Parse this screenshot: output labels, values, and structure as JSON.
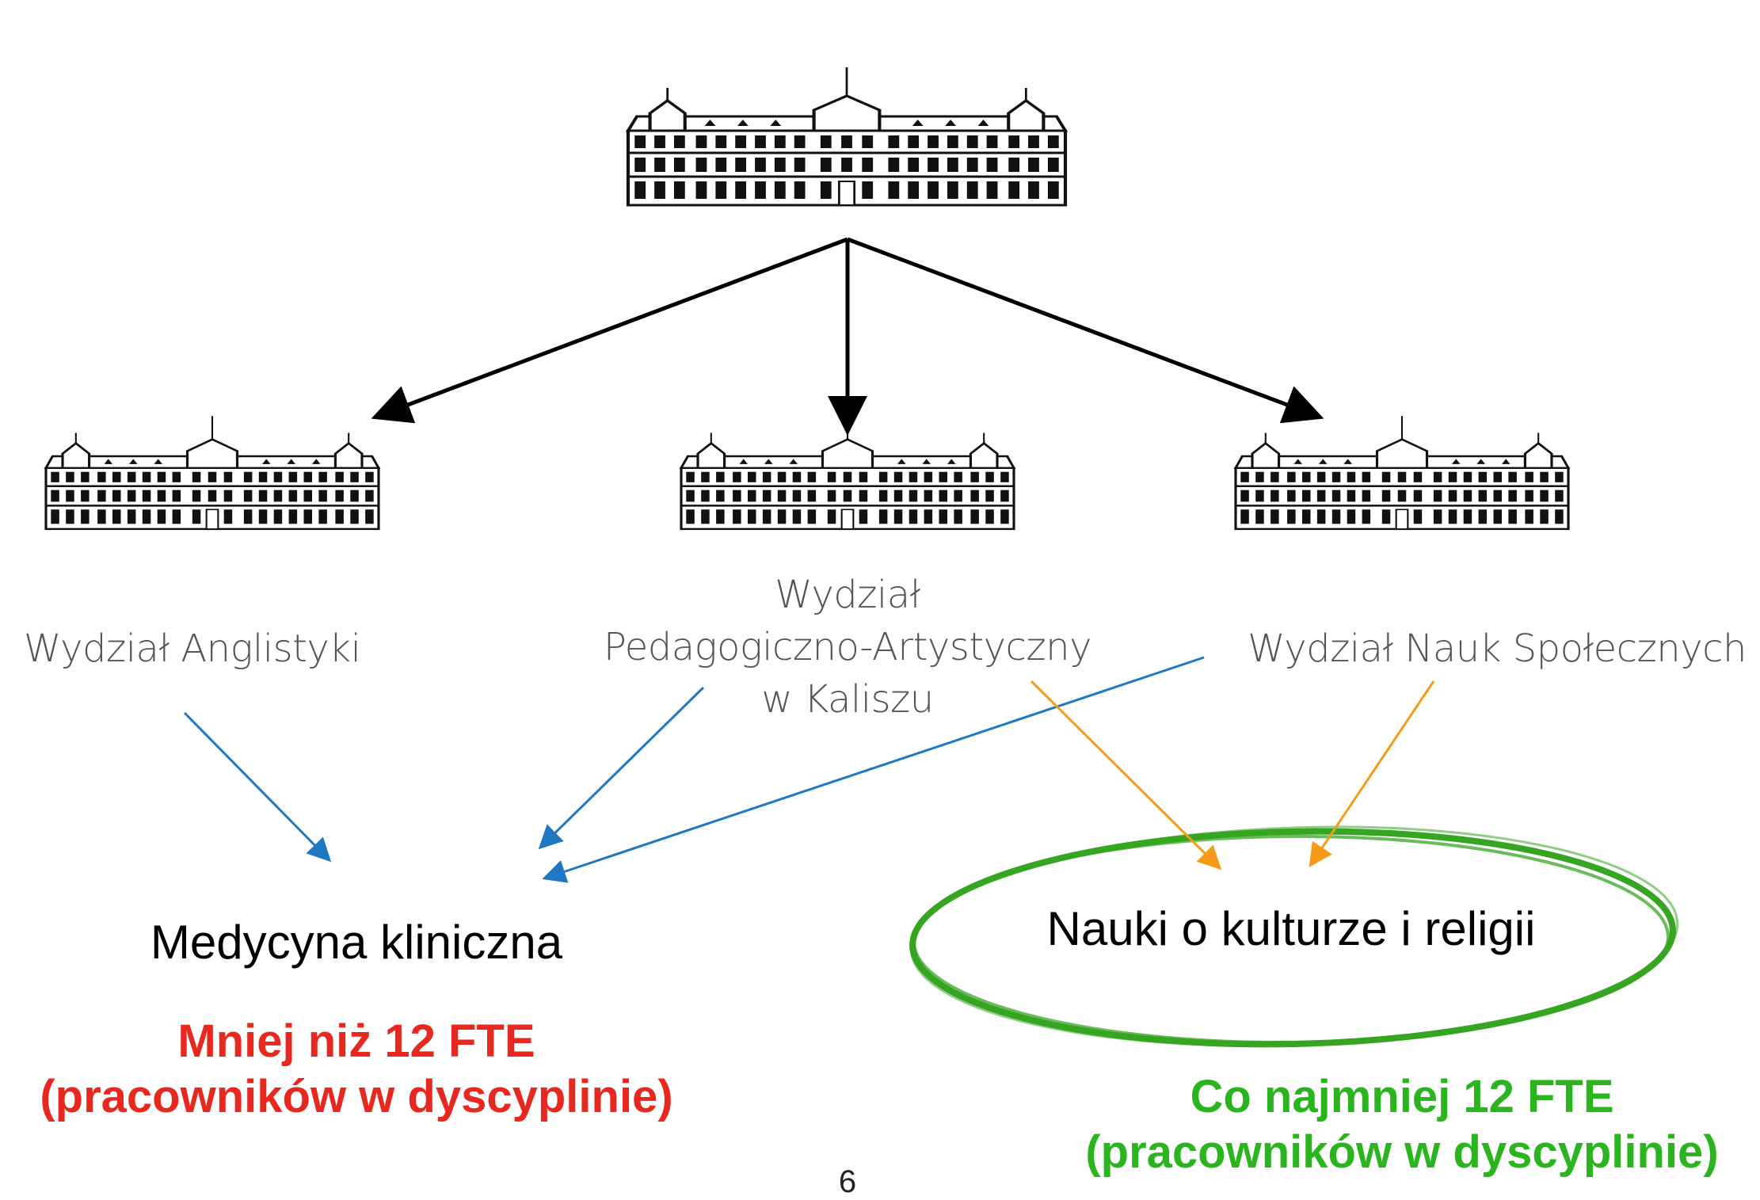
{
  "colors": {
    "hierarchy_arrow": "#000000",
    "blue_arrow": "#1f78c1",
    "orange_arrow": "#f59b1a",
    "below_threshold": "#e8271f",
    "above_threshold": "#2ab51f"
  },
  "icons": {
    "university": "university-building-icon",
    "faculty": "faculty-building-icon"
  },
  "faculties": [
    {
      "label": "Wydział Anglistyki"
    },
    {
      "label_lines": [
        "Wydział",
        "Pedagogiczno-Artystyczny",
        "w Kaliszu"
      ]
    },
    {
      "label": "Wydział Nauk Społecznych"
    }
  ],
  "disciplines": [
    {
      "name": "Medycyna kliniczna",
      "status_lines": [
        "Mniej niż 12 FTE",
        "(pracowników w dyscyplinie)"
      ]
    },
    {
      "name": "Nauki o kulturze i religii",
      "status_lines": [
        "Co najmniej 12 FTE",
        "(pracowników w dyscyplinie)"
      ]
    }
  ],
  "page_number": "6"
}
